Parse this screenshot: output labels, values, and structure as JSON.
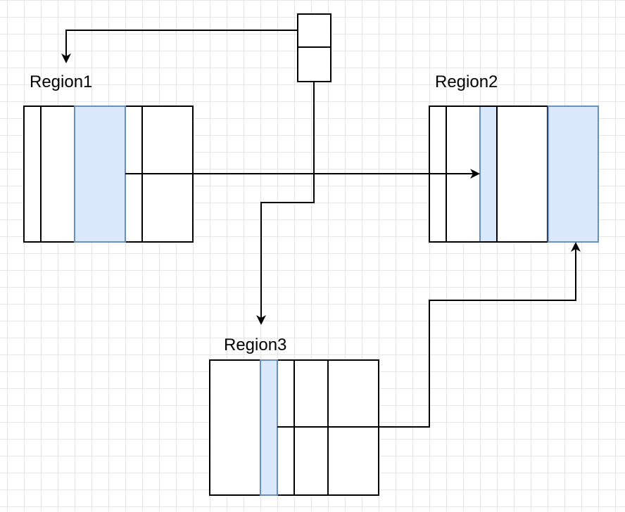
{
  "regions": [
    {
      "label": "Region1"
    },
    {
      "label": "Region2"
    },
    {
      "label": "Region3"
    }
  ],
  "colors": {
    "highlight_fill": "#dae8fc",
    "highlight_stroke": "#6c8ebf",
    "line": "#000000",
    "grid": "#e6e6e6"
  }
}
